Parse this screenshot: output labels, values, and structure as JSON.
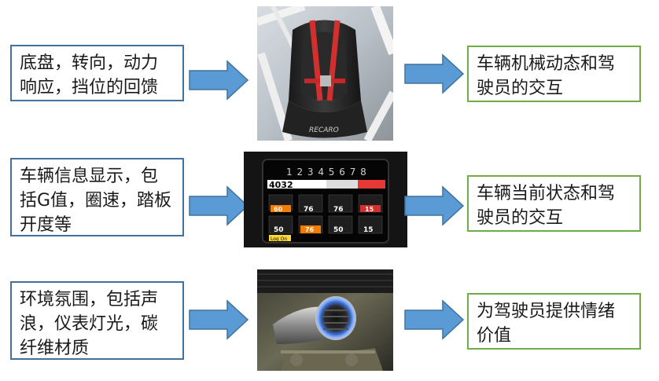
{
  "rows": [
    {
      "input_text": "底盘，转向，动力响应，挡位的回馈",
      "image_icon": "racing-seat-photo",
      "output_text": "车辆机械动态和驾驶员的交互"
    },
    {
      "input_text": "车辆信息显示，包括G值，圈速，踏板开度等",
      "image_icon": "dashboard-display-photo",
      "output_text": "车辆当前状态和驾驶员的交互"
    },
    {
      "input_text": "环境氛围，包括声浪，仪表灯光，碳纤维材质",
      "image_icon": "exhaust-pipe-photo",
      "output_text": "为驾驶员提供情绪价值"
    }
  ],
  "dashboard": {
    "gear_numbers": "1 2 3 4 5 6 7 8",
    "rpm": "4032",
    "gauge_values": [
      "60",
      "76",
      "76",
      "15",
      "50",
      "76",
      "50",
      "15"
    ],
    "badge": "Log On"
  },
  "seat_brand": "RECARO",
  "colors": {
    "input_border": "#41719c",
    "output_border": "#70ad47",
    "arrow_fill": "#5b9bd5",
    "arrow_stroke": "#41719c"
  }
}
